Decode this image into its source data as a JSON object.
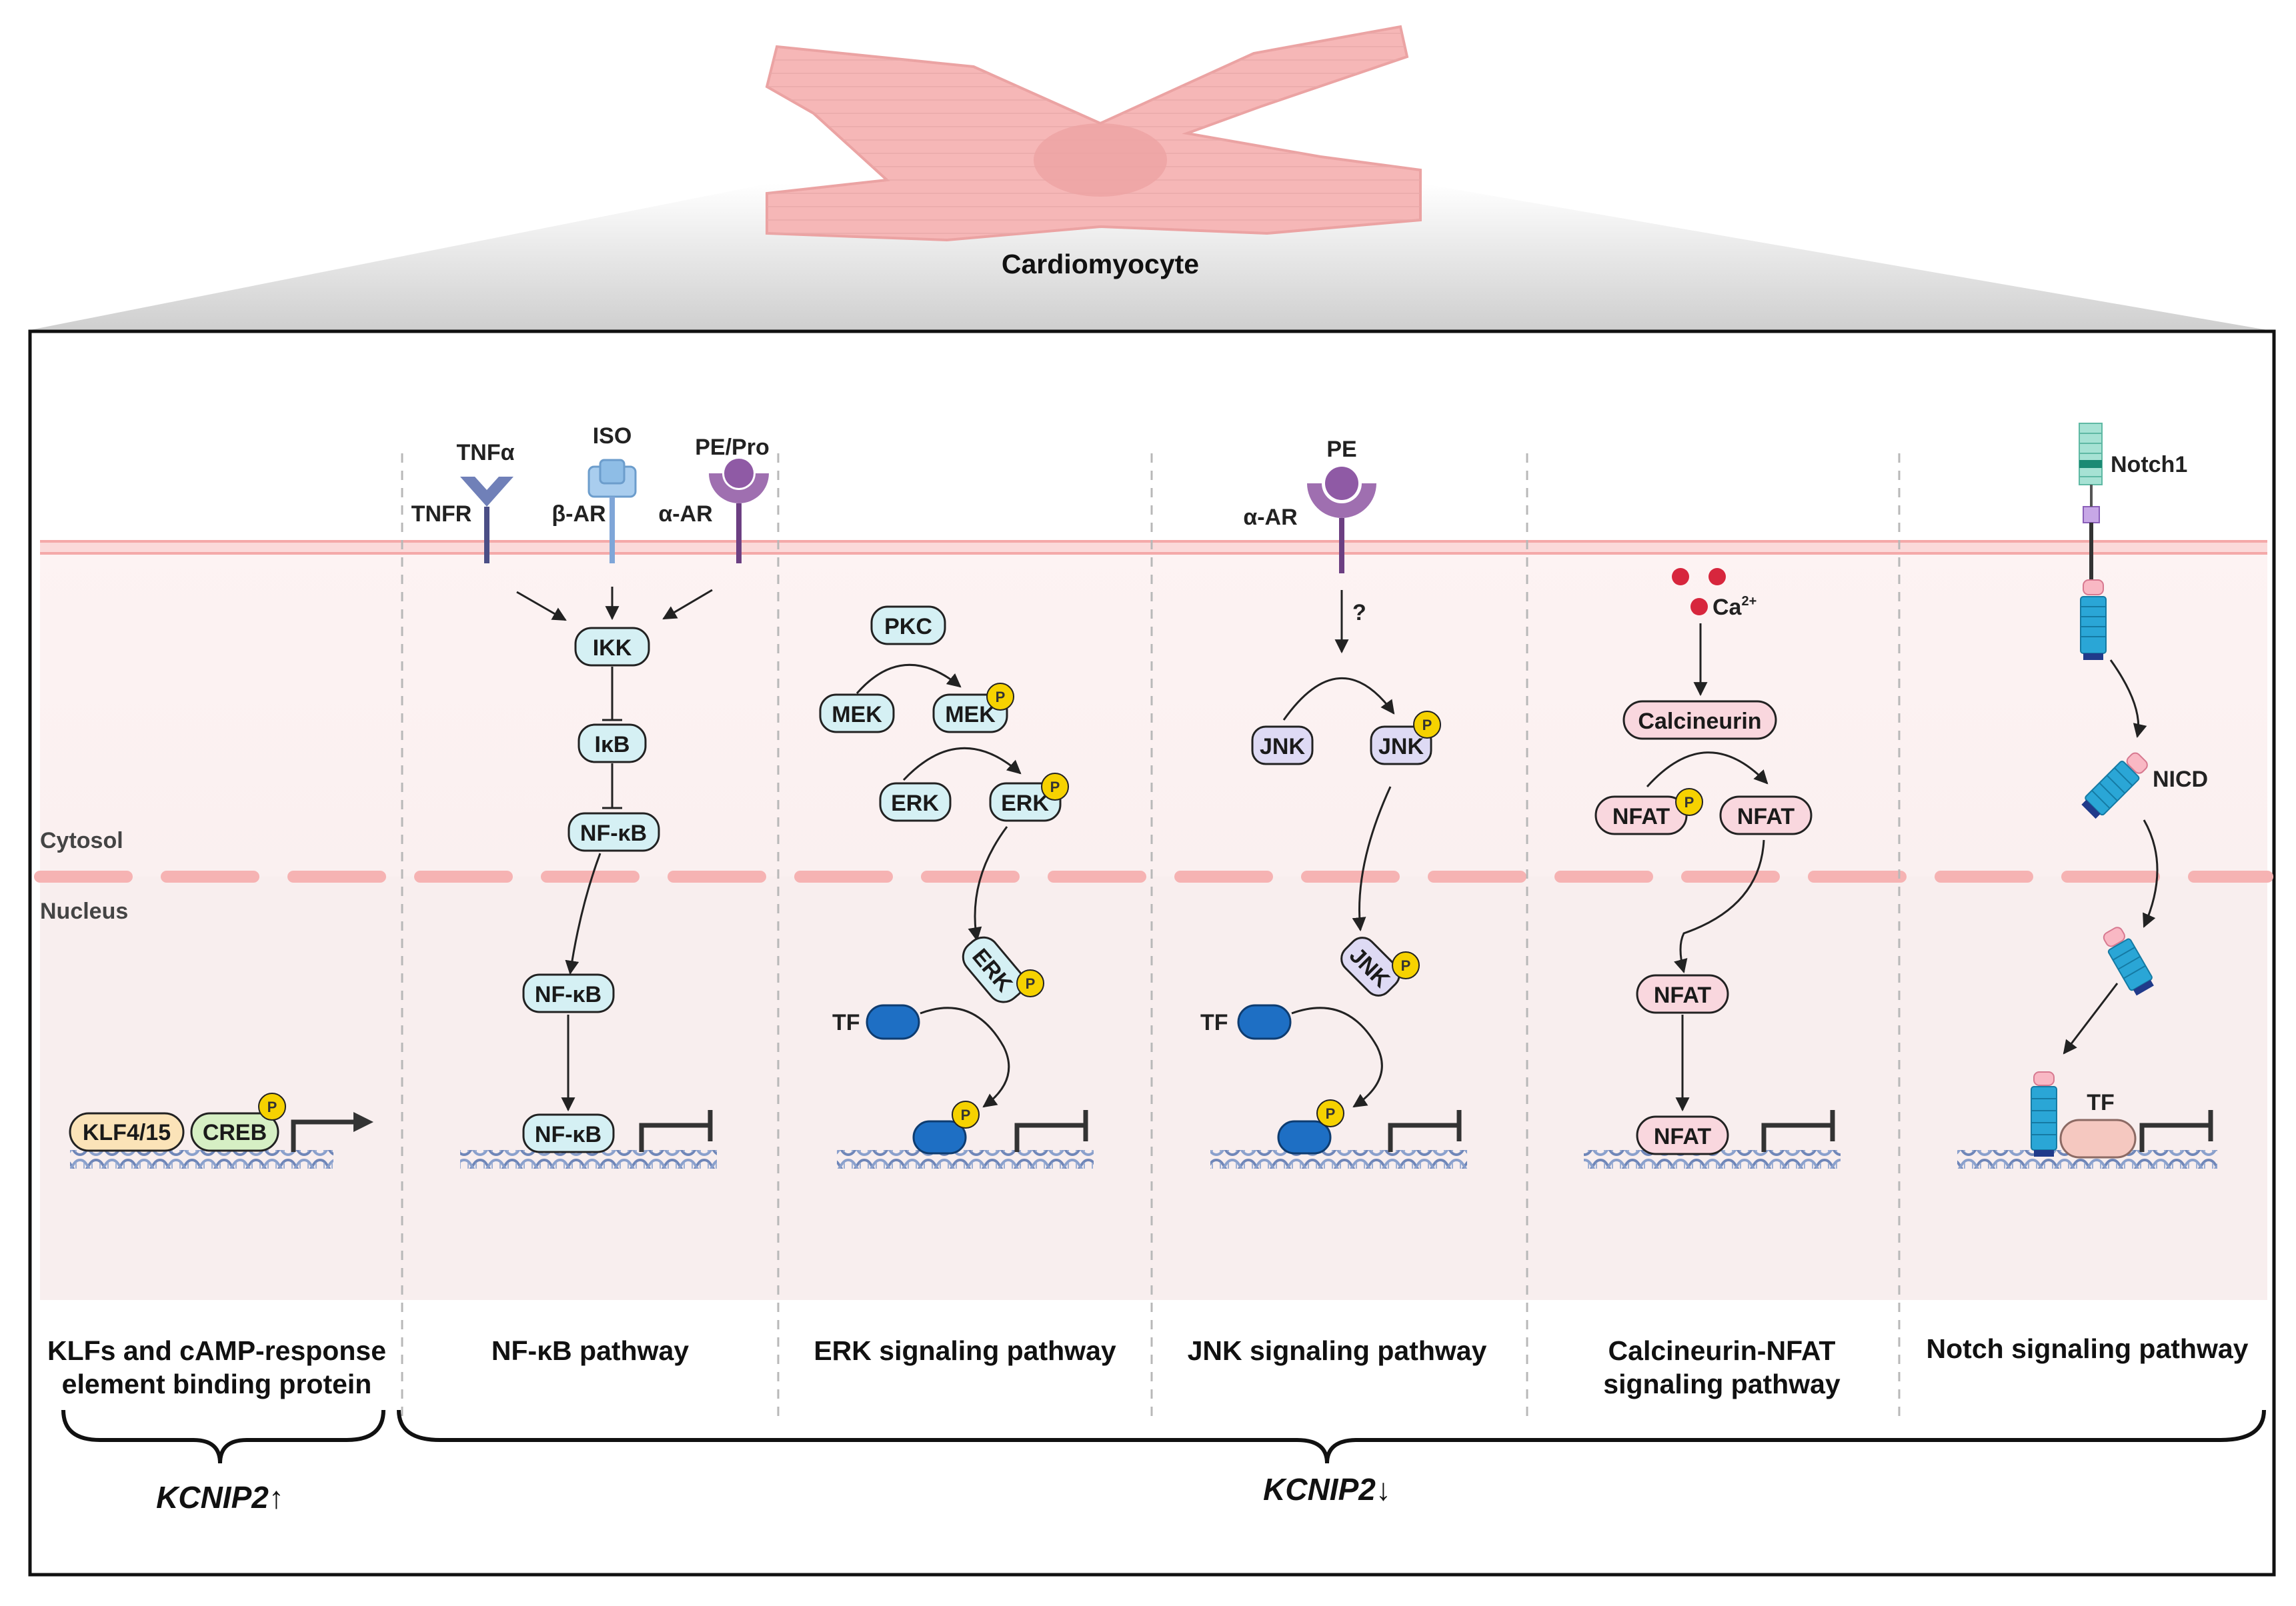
{
  "header": {
    "cell_label": "Cardiomyocyte"
  },
  "regions": {
    "cytosol": "Cytosol",
    "nucleus": "Nucleus"
  },
  "phospho": "P",
  "panels": {
    "klf": {
      "title_line1": "KLFs and cAMP-response",
      "title_line2": "element binding protein",
      "klf_label": "KLF4/15",
      "creb_label": "CREB"
    },
    "nfkb": {
      "title": "NF-κB pathway",
      "tnfa": "TNFα",
      "tnfr": "TNFR",
      "iso": "ISO",
      "beta_ar": "β-AR",
      "pe_pro": "PE/Pro",
      "alpha_ar": "α-AR",
      "ikk": "IKK",
      "ikb": "IκB",
      "nfkb": "NF-κB"
    },
    "erk": {
      "title": "ERK signaling pathway",
      "pkc": "PKC",
      "mek": "MEK",
      "erk": "ERK",
      "tf": "TF"
    },
    "jnk": {
      "title": "JNK signaling pathway",
      "pe": "PE",
      "alpha_ar": "α-AR",
      "question": "?",
      "jnk": "JNK",
      "tf": "TF"
    },
    "calcineurin": {
      "title_line1": "Calcineurin-NFAT",
      "title_line2": "signaling pathway",
      "ca": "Ca",
      "ca_sup": "2+",
      "calcineurin": "Calcineurin",
      "nfat": "NFAT"
    },
    "notch": {
      "title": "Notch signaling pathway",
      "notch1": "Notch1",
      "nicd": "NICD",
      "tf": "TF"
    }
  },
  "bottom": {
    "up_label": "KCNIP2↑",
    "down_label": "KCNIP2↓"
  }
}
